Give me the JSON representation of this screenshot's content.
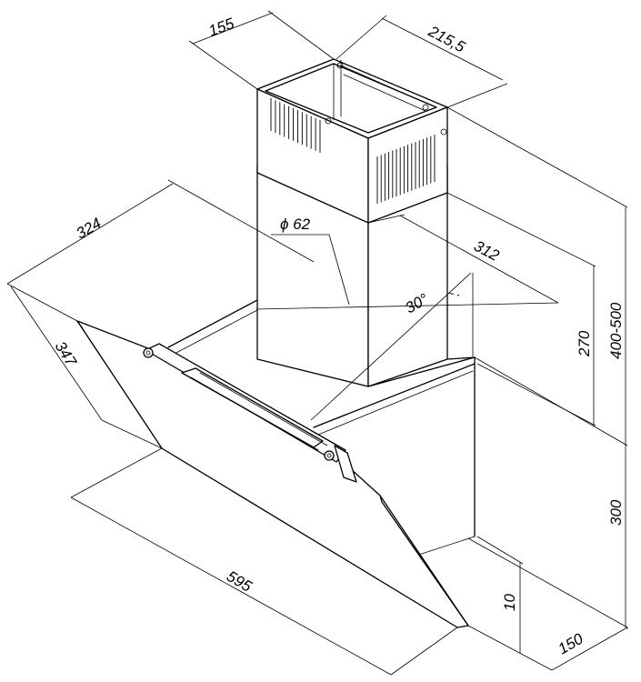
{
  "dimensions": {
    "chimney_depth": "155",
    "chimney_width": "215,5",
    "canopy_depth": "324",
    "glass_height": "347",
    "outlet_diameter": "ϕ 62",
    "chimney_offset": "312",
    "tilt_angle": "30°",
    "chimney_min_height": "270",
    "chimney_height_range": "400-500",
    "back_height": "300",
    "panel_edge": "10",
    "bottom_depth": "150",
    "width": "595"
  }
}
